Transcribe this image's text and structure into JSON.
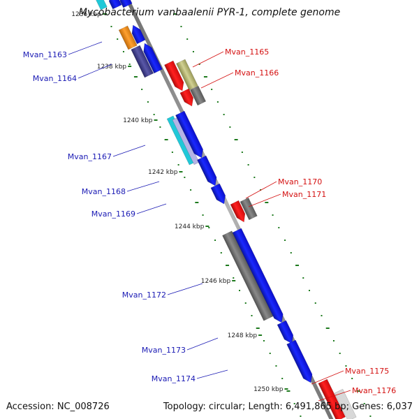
{
  "title": "Mycobacterium vanbaalenii PYR-1, complete genome",
  "footer": {
    "accession": "Accession: NC_008726",
    "summary": "Topology: circular; Length: 6,491,865 bp; Genes: 6,037"
  },
  "colors": {
    "backbone": "#888888",
    "tick": "#1e7a1e",
    "forward_label": "#1a1ab4",
    "reverse_label": "#d41010",
    "blue": "#0a14e6",
    "red": "#f01010",
    "gray": "#707070",
    "orange": "#f08c14",
    "navy": "#3c3a8a",
    "olive": "#b4b46e",
    "cyan": "#20c8d8",
    "lavender": "#b4b4e6"
  },
  "ticks": [
    "1236 kbp",
    "1238 kbp",
    "1240 kbp",
    "1242 kbp",
    "1244 kbp",
    "1246 kbp",
    "1248 kbp",
    "1250 kbp"
  ],
  "labels": {
    "left": [
      "Mvan_1163",
      "Mvan_1164",
      "Mvan_1167",
      "Mvan_1168",
      "Mvan_1169",
      "Mvan_1172",
      "Mvan_1173",
      "Mvan_1174"
    ],
    "right": [
      "Mvan_1165",
      "Mvan_1166",
      "Mvan_1170",
      "Mvan_1171",
      "Mvan_1175",
      "Mvan_1176"
    ]
  }
}
